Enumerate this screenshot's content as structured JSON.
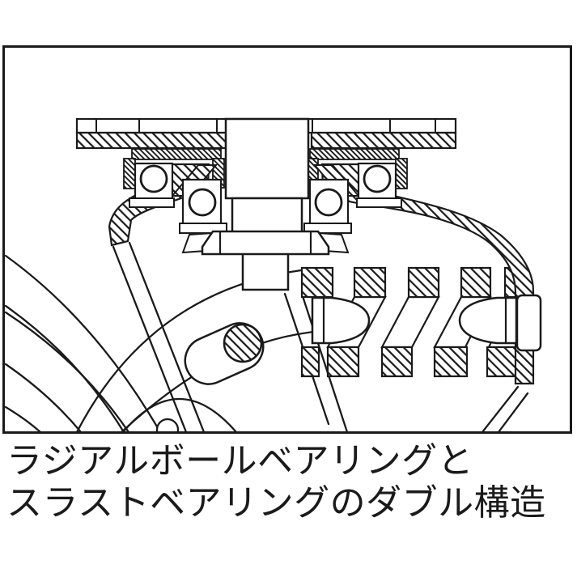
{
  "diagram": {
    "kind": "caster-bearing-cross-section",
    "caption_line1": "ラジアルボールベアリングと",
    "caption_line2": "スラストベアリングのダブル構造",
    "line_color": "#1a1a1a",
    "background_color": "#ffffff"
  }
}
